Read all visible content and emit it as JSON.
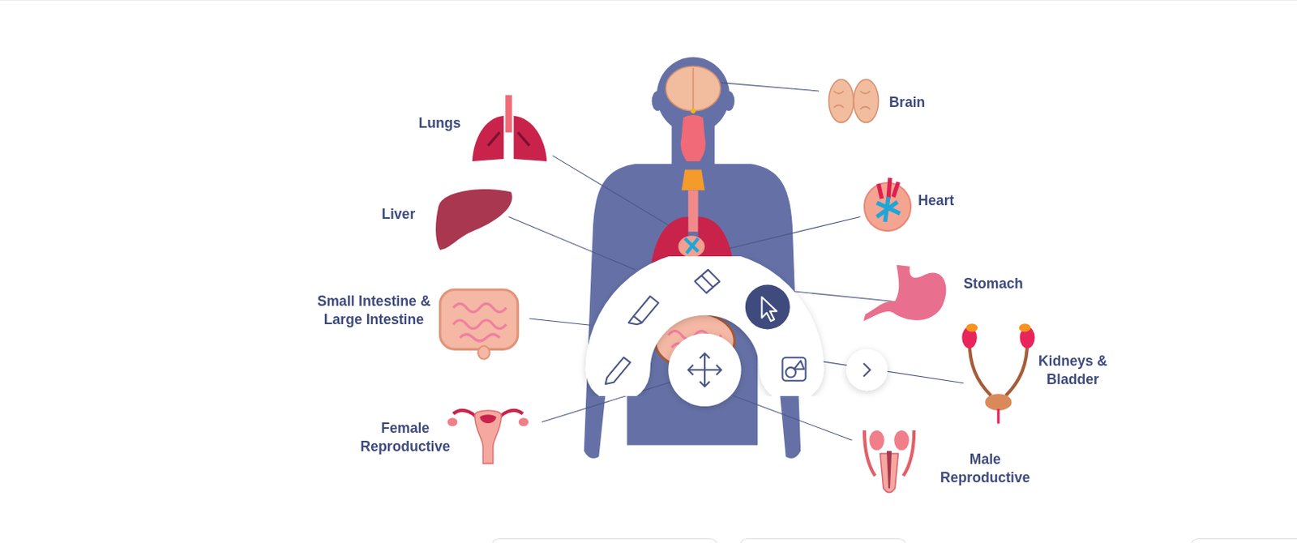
{
  "diagram": {
    "labels": [
      "Brain",
      "Lungs",
      "Heart",
      "Liver",
      "Stomach",
      "Small Intestine & Large Intestine",
      "Kidneys & Bladder",
      "Female Reproductive",
      "Male Reproductive"
    ]
  }
}
